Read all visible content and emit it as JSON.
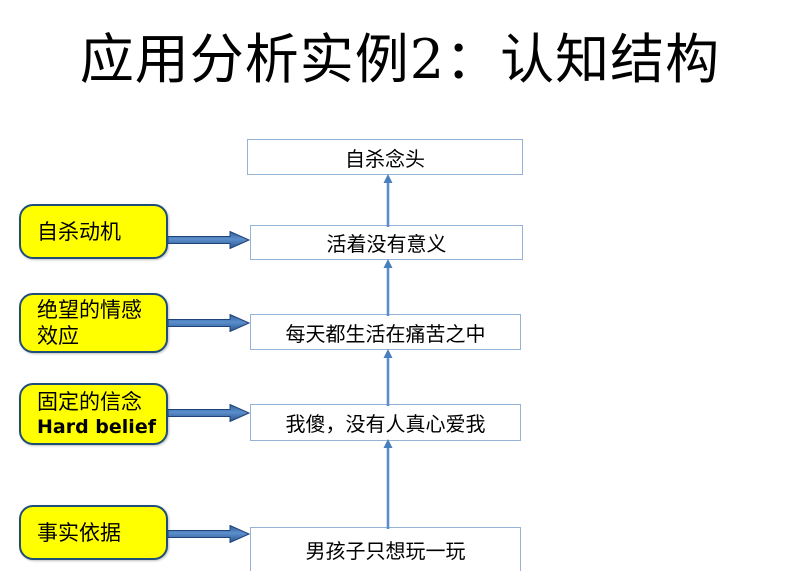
{
  "slide": {
    "title": "应用分析实例2：认知结构",
    "background_color": "#ffffff"
  },
  "colors": {
    "statement_border": "#95b3d7",
    "cause_fill": "#ffff00",
    "cause_border": "#1f4e79",
    "arrow_blue": "#3f72ae",
    "arrow_dark": "#20437a",
    "text": "#000000"
  },
  "statements": [
    {
      "id": "statement-suicidal-thought",
      "text": "自杀念头"
    },
    {
      "id": "statement-life-meaningless",
      "text": "活着没有意义"
    },
    {
      "id": "statement-daily-suffering",
      "text": "每天都生活在痛苦之中"
    },
    {
      "id": "statement-nobody-loves-me",
      "text": "我傻，没有人真心爱我"
    },
    {
      "id": "statement-boys-just-play",
      "text": "男孩子只想玩一玩"
    }
  ],
  "causes": [
    {
      "id": "cause-suicide-motive",
      "line1": "自杀动机",
      "line2": ""
    },
    {
      "id": "cause-despair-emotion",
      "line1": "绝望的情感",
      "line2": "效应"
    },
    {
      "id": "cause-hard-belief",
      "line1": "固定的信念",
      "line2": "Hard belief"
    },
    {
      "id": "cause-factual-basis",
      "line1": "事实依据",
      "line2": ""
    }
  ],
  "arrows": {
    "block_arrow_label": "block-arrow-right",
    "connector_label": "connector-arrow-up",
    "count_block": 4,
    "count_connector": 4
  }
}
